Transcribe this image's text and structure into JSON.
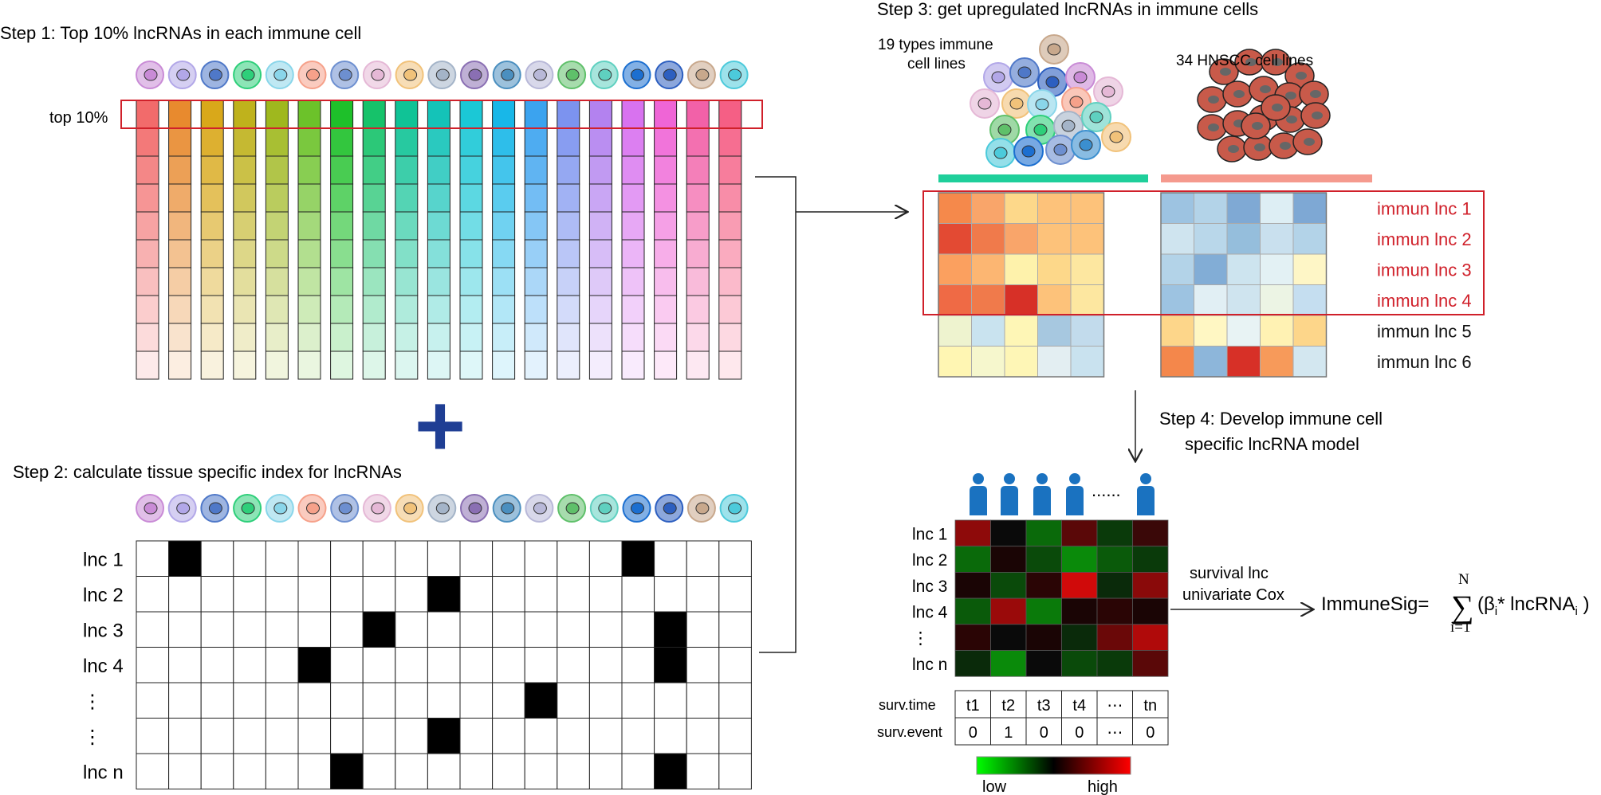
{
  "step1": {
    "title": "Step 1: Top 10% lncRNAs in each immune cell",
    "top_label": "top 10%",
    "column_colors": [
      "#f26b6b",
      "#e88a2e",
      "#d9a81a",
      "#bfb21c",
      "#9fb81e",
      "#6cc22a",
      "#1ec02a",
      "#16c26a",
      "#10c396",
      "#14c3b8",
      "#1bc8d6",
      "#18b7e8",
      "#3ba3ef",
      "#7c93ef",
      "#b382ef",
      "#d872ef",
      "#ef65d6",
      "#f261a8",
      "#f55f85"
    ],
    "rows": 10
  },
  "step2": {
    "title": "Step 2: calculate tissue specific index for lncRNAs",
    "row_labels": [
      "lnc 1",
      "lnc 2",
      "lnc 3",
      "lnc 4",
      "⋮",
      "⋮",
      "lnc n"
    ],
    "columns": 19,
    "black_cells": [
      [
        0,
        1
      ],
      [
        0,
        15
      ],
      [
        1,
        9
      ],
      [
        2,
        7
      ],
      [
        2,
        16
      ],
      [
        3,
        5
      ],
      [
        3,
        16
      ],
      [
        4,
        12
      ],
      [
        5,
        9
      ],
      [
        6,
        6
      ],
      [
        6,
        16
      ]
    ]
  },
  "step3": {
    "title": "Step 3: get upregulated lncRNAs in immune cells",
    "left_group_label": "19 types immune\ncell lines",
    "right_group_label": "34 HNSCC cell lines",
    "left_bar_color": "#1fcf9b",
    "right_bar_color": "#f59a8e",
    "row_labels": [
      "immun lnc 1",
      "immun lnc 2",
      "immun lnc 3",
      "immun lnc 4",
      "immun lnc 5",
      "immun lnc 6"
    ],
    "highlighted_rows": 4,
    "left_cells": [
      [
        "#f5894b",
        "#f9a56a",
        "#fdd88a",
        "#fdc27a",
        "#fdc27a"
      ],
      [
        "#e34a33",
        "#f07a4b",
        "#f9a56a",
        "#fdc27a",
        "#fdc27a"
      ],
      [
        "#fba05f",
        "#fcb672",
        "#fef2ab",
        "#fdd88a",
        "#fde7a0"
      ],
      [
        "#ef6a45",
        "#f07a4b",
        "#d73027",
        "#fdc27a",
        "#fde7a0"
      ],
      [
        "#eef3cf",
        "#c9e3ef",
        "#fef6b6",
        "#a7c8e0",
        "#c2dbec"
      ],
      [
        "#fff6b3",
        "#f6f7cd",
        "#fef6b6",
        "#e3eef2",
        "#c9e2ef"
      ]
    ],
    "right_cells": [
      [
        "#9dc3e1",
        "#b3d3e8",
        "#7fa9d4",
        "#ddeef4",
        "#7ea8d4"
      ],
      [
        "#cfe4ef",
        "#b9d7ea",
        "#95bedc",
        "#c9e0ee",
        "#b3d3e8"
      ],
      [
        "#b3d3e8",
        "#82add6",
        "#cde4ef",
        "#e3f1f4",
        "#fef6c6"
      ],
      [
        "#9dc3e1",
        "#e1eff4",
        "#cfe4ef",
        "#ecf4e4",
        "#c5def0"
      ],
      [
        "#fdd68a",
        "#fff7c3",
        "#e8f3f4",
        "#fff2b3",
        "#fdd68a"
      ],
      [
        "#f4874b",
        "#8db6da",
        "#d73027",
        "#f79a5a",
        "#d3e7f0"
      ]
    ]
  },
  "step4": {
    "title_line1": "Step 4: Develop immune cell",
    "title_line2": "specific lncRNA model",
    "dots": "......",
    "row_labels": [
      "lnc 1",
      "lnc 2",
      "lnc 3",
      "lnc 4",
      "⋮",
      "lnc n"
    ],
    "heatmap": [
      [
        "#8e0a0a",
        "#0a0a0a",
        "#0a6a0a",
        "#5a0808",
        "#0a3a0a",
        "#3a0808"
      ],
      [
        "#0a6a0a",
        "#1a0505",
        "#0a4a0a",
        "#0a8a0a",
        "#0a5a0a",
        "#0a3a0a"
      ],
      [
        "#1a0505",
        "#0a4a0a",
        "#2a0505",
        "#d00a0a",
        "#0a2a0a",
        "#8a0a0a"
      ],
      [
        "#0a5a0a",
        "#9a0a0a",
        "#0a7a0a",
        "#1a0505",
        "#2a0505",
        "#1a0505"
      ],
      [
        "#2a0505",
        "#0a0a0a",
        "#1a0505",
        "#0a2a0a",
        "#6a0808",
        "#b00a0a"
      ],
      [
        "#0a2a0a",
        "#0a8a0a",
        "#0a0a0a",
        "#0a4a0a",
        "#0a3a0a",
        "#5a0808"
      ]
    ],
    "surv_time_label": "surv.time",
    "surv_event_label": "surv.event",
    "surv_time": [
      "t1",
      "t2",
      "t3",
      "t4",
      "⋯",
      "tn"
    ],
    "surv_event": [
      "0",
      "1",
      "0",
      "0",
      "⋯",
      "0"
    ],
    "legend_low": "low",
    "legend_high": "high",
    "arrow_label_line1": "survival lnc",
    "arrow_label_line2": "univariate Cox",
    "formula_lhs": "ImmuneSig=",
    "sum_top": "N",
    "sum_symbol": "∑",
    "sum_bottom": "i=1",
    "formula_rhs": "(β",
    "formula_sub_i": "i",
    "formula_mid": "* lncRNA",
    "formula_sub_i2": "i",
    "formula_close": " )"
  },
  "plus_sign": "+",
  "cell_icon_colors": [
    "#c98bd6",
    "#b2a7e8",
    "#4f78c8",
    "#2ecf7a",
    "#8ad6ea",
    "#f6a18a",
    "#6d8fd0",
    "#e5b8d6",
    "#f1c27a",
    "#a4b4c8",
    "#8a6fb3",
    "#4b8fbf",
    "#b8b8d8",
    "#5fc06a",
    "#5fd0c0",
    "#1c6fd0",
    "#2d5fc0",
    "#c8a88c",
    "#4ccadb"
  ]
}
